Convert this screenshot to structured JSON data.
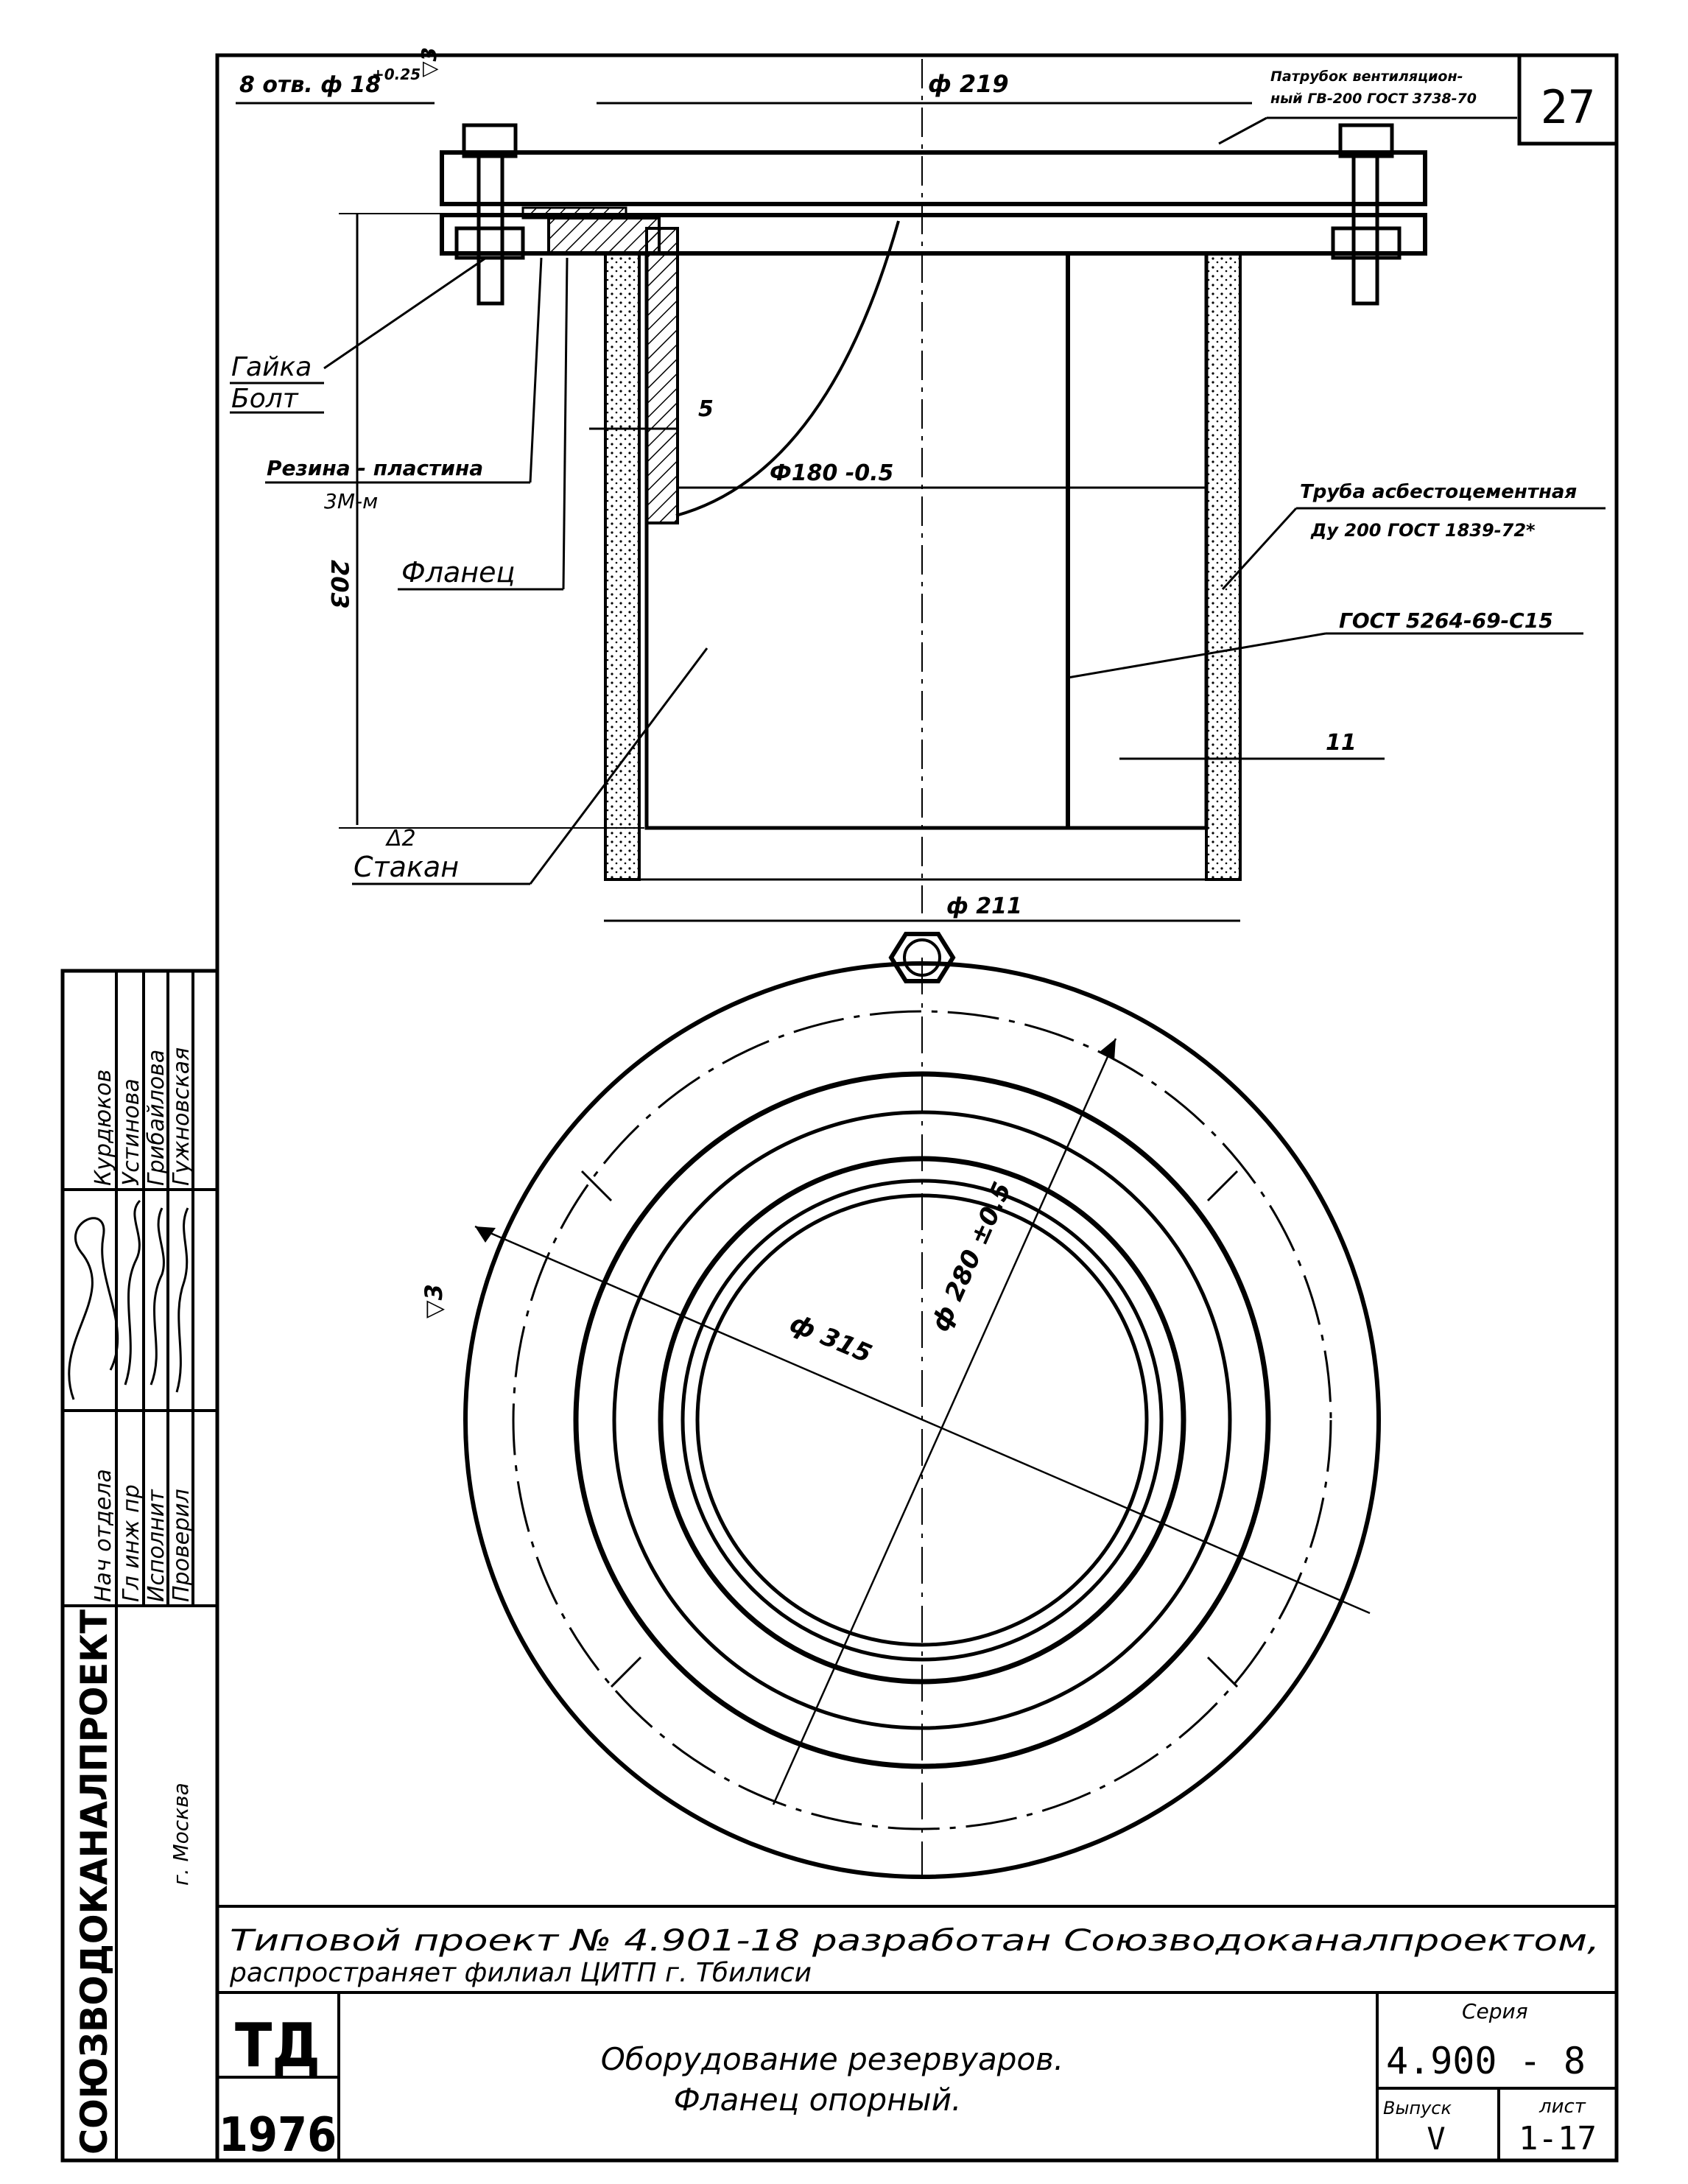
{
  "sheet_number": "27",
  "drawing": {
    "labels": {
      "holes": "8 отв. ф 18",
      "holes_tol": "+0.25",
      "roughness_top": "▽3",
      "phi219": "ф 219",
      "patrubok_1": "Патрубок вентиляцион-",
      "patrubok_2": "ный ГВ-200 ГОСТ 3738-70",
      "gaika": "Гайка",
      "bolt": "Болт",
      "rezina": "Резина - пластина",
      "rezina_sub": "3М-м",
      "dim5": "5",
      "phi180": "Ф180 -0.5",
      "truba_1": "Труба асбестоцементная",
      "truba_2": "Ду 200  ГОСТ 1839-72*",
      "gost_pipe": "ГОСТ  5264-69-С15",
      "dim203": "203",
      "flanets": "Фланец",
      "dim11": "11",
      "delta2": "Δ2",
      "stakan": "Стакан",
      "phi211": "ф 211",
      "phi315": "ф 315",
      "phi280": "ф 280 ±0.5",
      "roughness_side": "▽3"
    }
  },
  "sidebar": {
    "org_name": "СОЮЗВОДОКАНАЛПРОЕКТ",
    "city": "г. Москва",
    "roles": [
      "Нач отдела",
      "Гл инж пр",
      "Исполнит",
      "Проверил"
    ],
    "signatures": [
      "",
      "",
      "",
      ""
    ],
    "names": [
      "Курдюков",
      "Устинова",
      "Грибайлова",
      "Гужновская"
    ]
  },
  "footer": {
    "project_line_1": "Типовой проект № 4.901-18 разработан Союзводоканалпроектом,",
    "project_line_2": "распространяет  филиал  ЦИТП  г. Тбилиси",
    "logo": "ТД",
    "year": "1976",
    "title_1": "Оборудование   резервуаров.",
    "title_2": "Фланец   опорный.",
    "seria_label": "Серия",
    "seria_value": "4.900 - 8",
    "vypusk_label": "Выпуск",
    "vypusk_value": "V",
    "list_label": "лист",
    "list_value": "1-17"
  }
}
